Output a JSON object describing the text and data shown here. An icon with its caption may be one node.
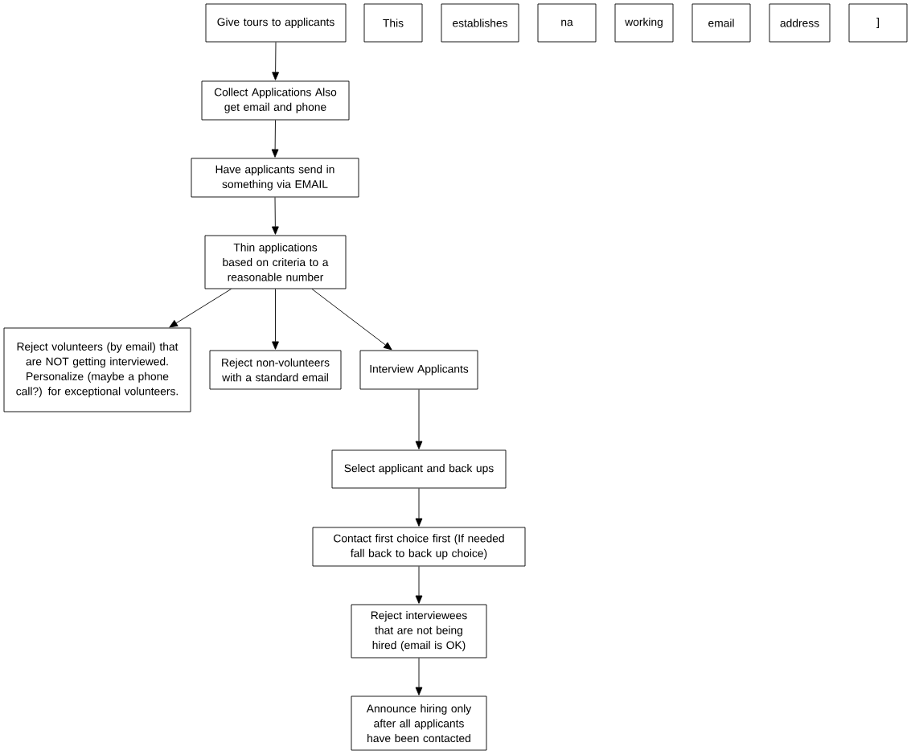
{
  "diagram": {
    "nodes": [
      {
        "text": [
          "Give tours to applicants"
        ]
      },
      {
        "text": [
          "This"
        ]
      },
      {
        "text": [
          "establishes"
        ]
      },
      {
        "text": [
          "na"
        ]
      },
      {
        "text": [
          "working"
        ]
      },
      {
        "text": [
          "email"
        ]
      },
      {
        "text": [
          "address"
        ]
      },
      {
        "text": [
          "]"
        ]
      },
      {
        "text": [
          "Collect Applications Also get email and phone"
        ]
      },
      {
        "text": [
          "Have applicants send in something via EMAIL"
        ]
      },
      {
        "text": [
          "Thin applications based on criteria to a reasonable number"
        ]
      },
      {
        "text": [
          "Reject volunteers (by email) that are NOT getting interviewed. Personalize (maybe a phone call?) for exceptional volunteers."
        ]
      },
      {
        "text": [
          "Reject non-volunteers with a standard email"
        ]
      },
      {
        "text": [
          "Interview Applicants"
        ]
      },
      {
        "text": [
          "Select applicant and back ups"
        ]
      },
      {
        "text": [
          "Contact first choice first (If needed fall back to back up choice)"
        ]
      },
      {
        "text": [
          "Reject interviewees that are not being hired (email is OK)"
        ]
      },
      {
        "text": [
          "Announce hiring only after all applicants have been contacted"
        ]
      }
    ],
    "edges": [
      {
        "from": 0,
        "to": 8,
        "arrow": "to"
      },
      {
        "from": 8,
        "to": 9,
        "arrow": "to"
      },
      {
        "from": 9,
        "to": 10,
        "arrow": "to"
      },
      {
        "from": 10,
        "to": 11,
        "arrow": "to"
      },
      {
        "from": 10,
        "to": 12,
        "arrow": "to"
      },
      {
        "from": 10,
        "to": 13,
        "arrow": "to"
      },
      {
        "from": 13,
        "to": 14,
        "arrow": "to"
      },
      {
        "from": 14,
        "to": 15,
        "arrow": "to"
      },
      {
        "from": 15,
        "to": 16,
        "arrow": "to"
      },
      {
        "from": 16,
        "to": 17,
        "arrow": "to"
      }
    ]
  }
}
